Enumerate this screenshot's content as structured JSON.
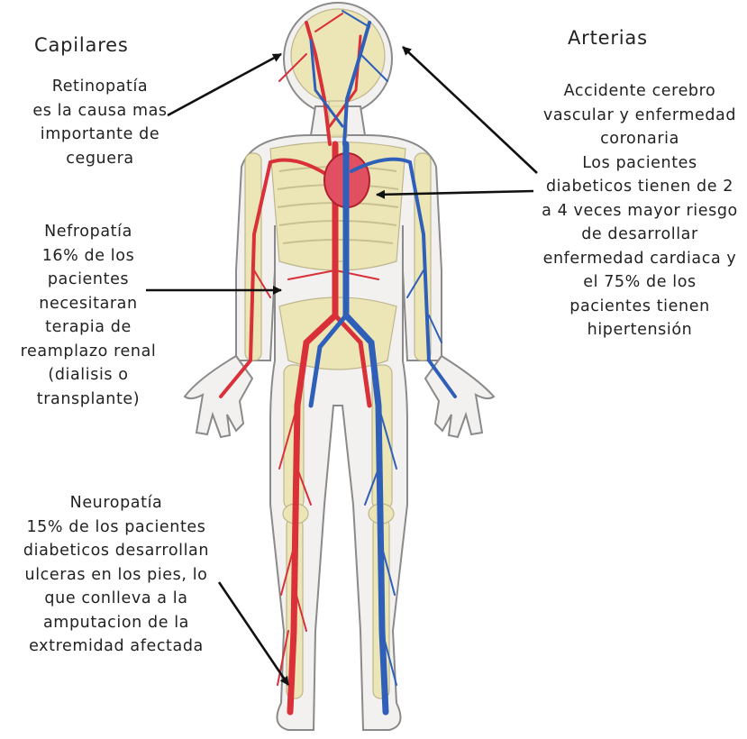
{
  "headings": {
    "left": "Capilares",
    "right": "Arterias"
  },
  "retinopatia": {
    "lines": [
      "Retinopatía",
      "es la causa mas",
      "importante de",
      "ceguera"
    ]
  },
  "arterias": {
    "lines": [
      "Accidente cerebro",
      "vascular y enfermedad",
      "coronaria",
      "Los pacientes",
      "diabeticos tienen de 2",
      "a 4 veces mayor riesgo",
      "de desarrollar",
      "enfermedad cardiaca y",
      "el 75% de los",
      "pacientes tienen",
      "hipertensión"
    ]
  },
  "nefropatia": {
    "lines": [
      "Nefropatía",
      "16% de los",
      "pacientes",
      "necesitaran",
      "terapia de",
      "reamplazo renal",
      "(dialisis o",
      "transplante)"
    ]
  },
  "neuropatia": {
    "lines": [
      "Neuropatía",
      "15% de los pacientes",
      "diabeticos desarrollan",
      "ulceras en los pies, lo",
      "que conlleva a la",
      "amputacion de la",
      "extremidad afectada"
    ]
  },
  "colors": {
    "artery": "#d9303a",
    "vein": "#2f5fb8",
    "bone": "#ece5b0",
    "skin": "#f2f0ee",
    "outline": "#888888"
  }
}
